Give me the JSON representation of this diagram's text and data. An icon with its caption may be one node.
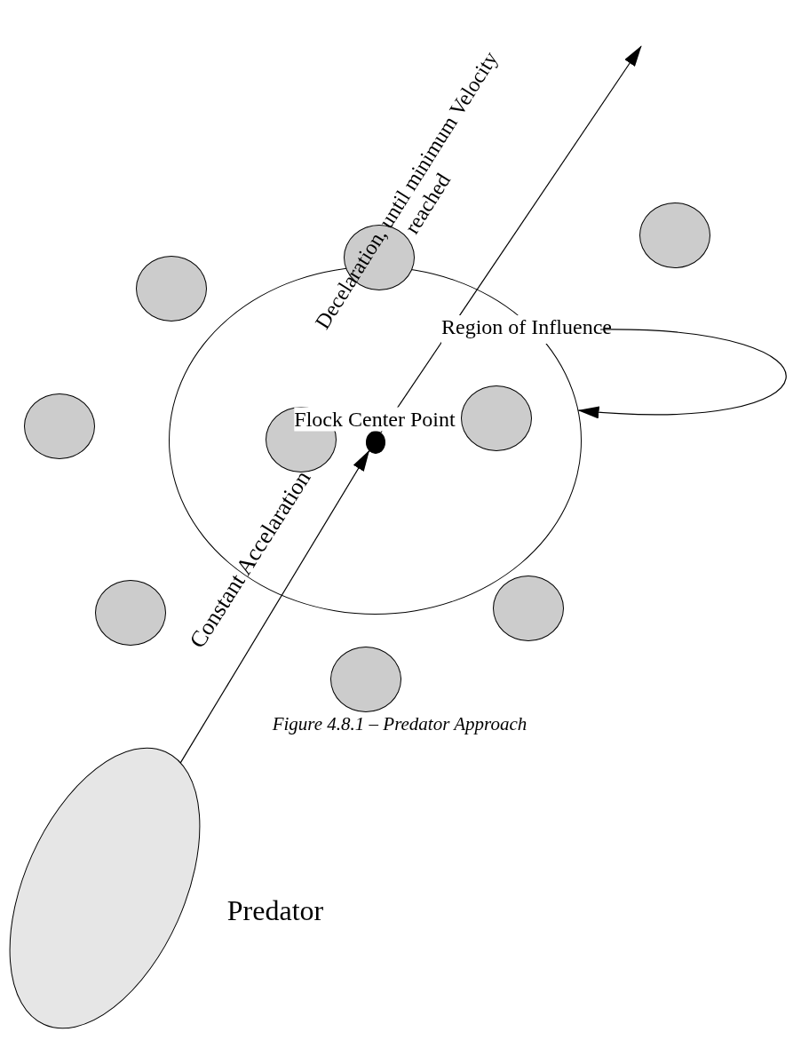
{
  "diagram": {
    "caption": "Figure 4.8.1 – Predator Approach",
    "nodes": [
      {
        "text": [],
        "shape": "circle"
      },
      {
        "text": [
          "Region of Influence"
        ]
      },
      {
        "text": [],
        "shape": "circle",
        "beside": [
          "Flock Center Point"
        ],
        "in": 0
      },
      {
        "text": [],
        "shape": "ellipse",
        "beside": [
          "Predator"
        ]
      },
      {
        "text": [],
        "shape": "circle"
      },
      {
        "text": [],
        "shape": "circle"
      },
      {
        "text": [],
        "shape": "circle"
      },
      {
        "text": [],
        "shape": "circle",
        "in": 0
      },
      {
        "text": [],
        "shape": "circle"
      },
      {
        "text": [],
        "shape": "circle",
        "in": 0
      },
      {
        "text": [],
        "shape": "circle"
      },
      {
        "text": [],
        "shape": "circle"
      },
      {
        "text": [],
        "shape": "circle"
      }
    ],
    "edges": [
      {
        "from": 3,
        "to": 2,
        "arrow": "to",
        "label": "Constant Accelaration"
      },
      {
        "from": 2,
        "to": null,
        "arrow": "to",
        "label": "Decelaration, until minimum Velocity reached"
      },
      {
        "from": 1,
        "to": 0,
        "arrow": "to"
      }
    ]
  }
}
